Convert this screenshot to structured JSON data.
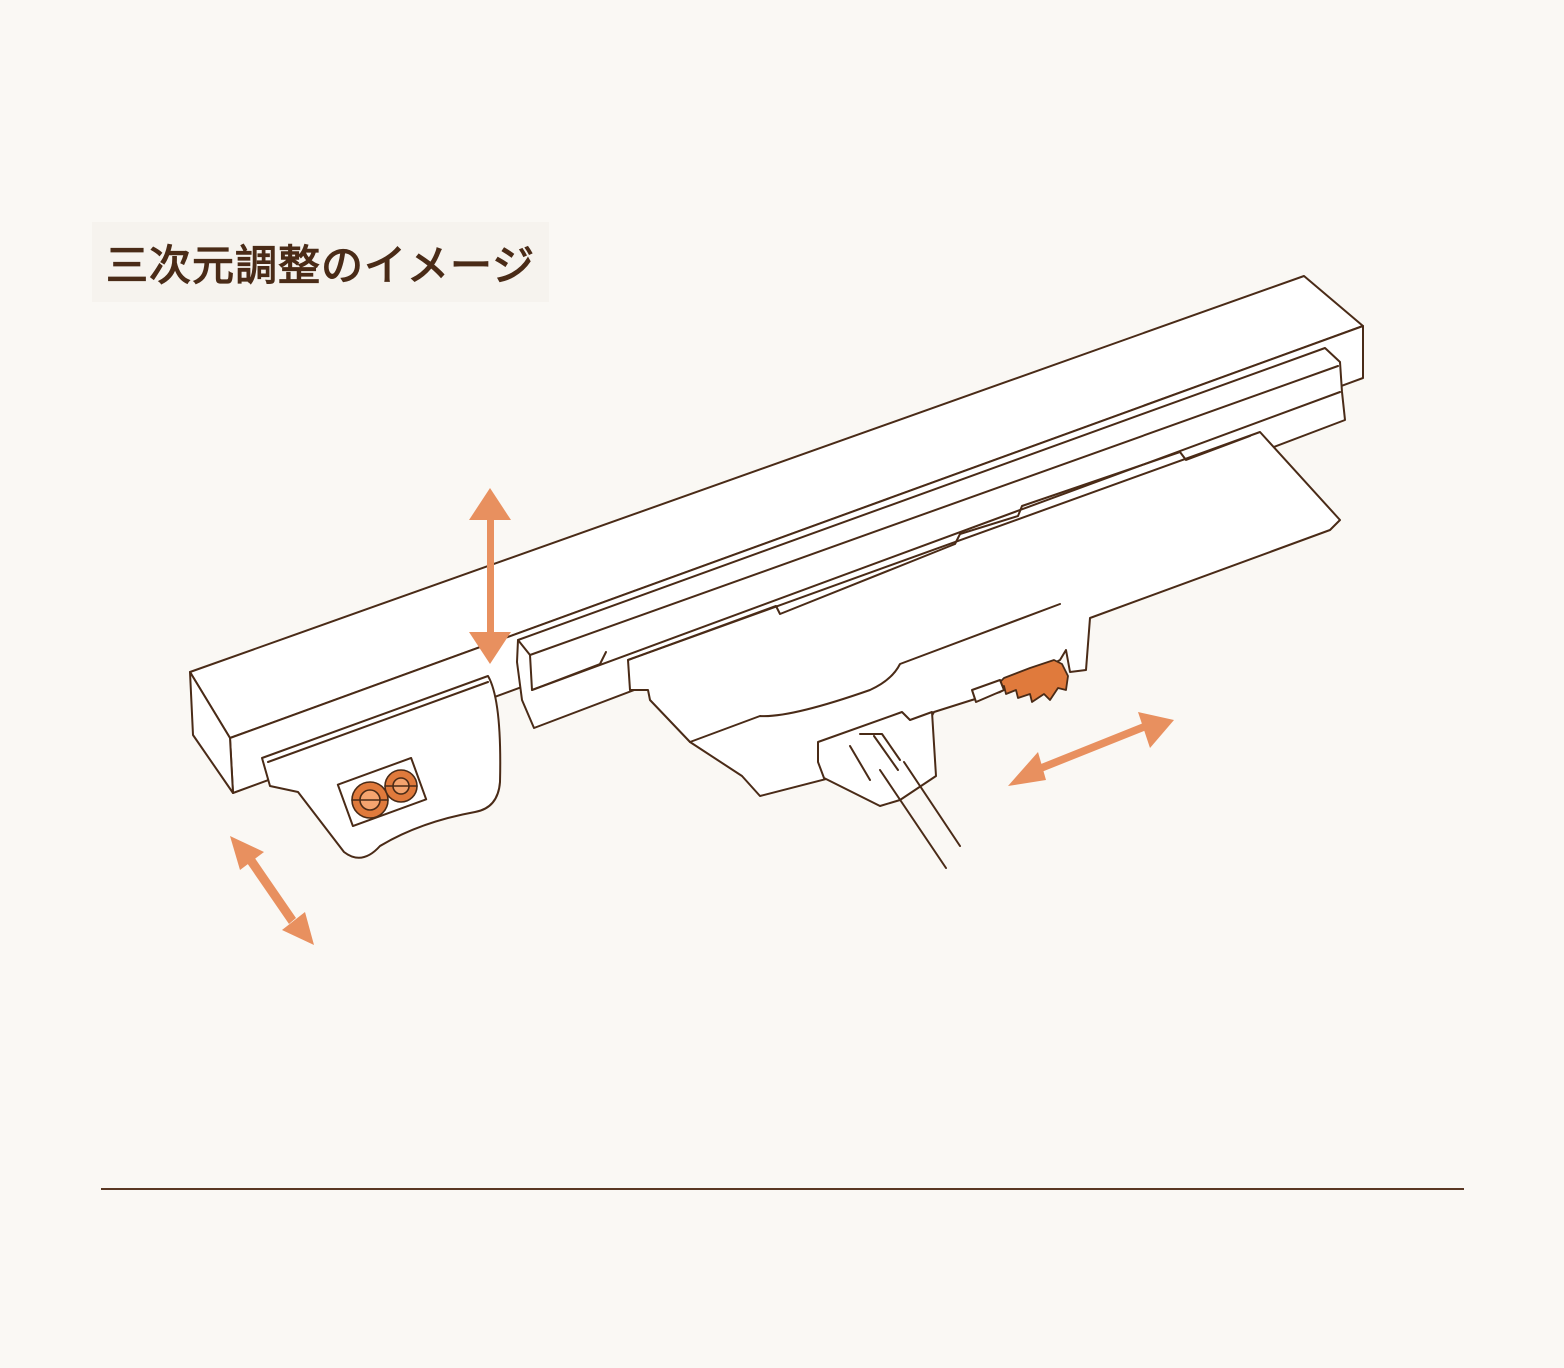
{
  "heading": {
    "text": "三次元調整のイメージ"
  },
  "colors": {
    "background": "#faf8f4",
    "line": "#4a2b17",
    "accent": "#e8905f",
    "part_fill": "#ffffff"
  },
  "illustration": {
    "subject": "rail-with-three-axis-adjustment",
    "arrows": [
      "vertical-arrow",
      "depth-arrow",
      "lateral-arrow"
    ],
    "icons": [
      "adjuster-gear-icon",
      "cam-wheel-icon",
      "cable-connector-icon"
    ]
  }
}
